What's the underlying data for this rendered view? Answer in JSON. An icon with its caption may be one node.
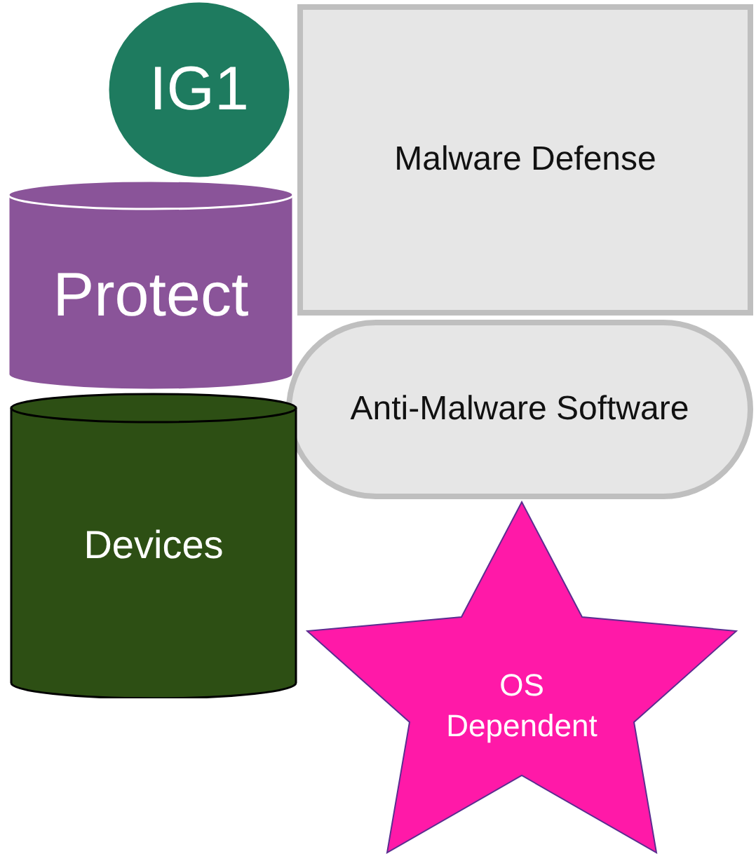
{
  "diagram": {
    "nodes": [
      {
        "text": [
          "IG1"
        ]
      },
      {
        "text": [
          "Malware Defense"
        ]
      },
      {
        "text": [
          "Protect"
        ]
      },
      {
        "text": [
          "Anti-Malware Software"
        ]
      },
      {
        "text": [
          "Devices"
        ]
      },
      {
        "text": [
          "OS Dependent"
        ]
      }
    ]
  }
}
